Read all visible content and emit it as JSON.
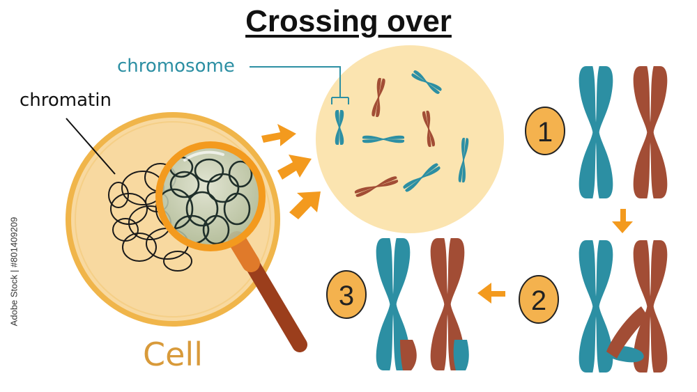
{
  "title": "Crossing over",
  "labels": {
    "chromatin": "chromatin",
    "chromosome": "chromosome",
    "cell": "Cell"
  },
  "steps": [
    "1",
    "2",
    "3"
  ],
  "watermark": "Adobe Stock | #801409209",
  "colors": {
    "teal": "#2C8FA3",
    "rust": "#A24D35",
    "cell_fill": "#F8D9A0",
    "cell_ring": "#F0B54A",
    "nucleus_zoom": "#FBE4B0",
    "arrow": "#F39A1E",
    "badge": "#F4B24E",
    "handle": "#9B3E1C"
  }
}
